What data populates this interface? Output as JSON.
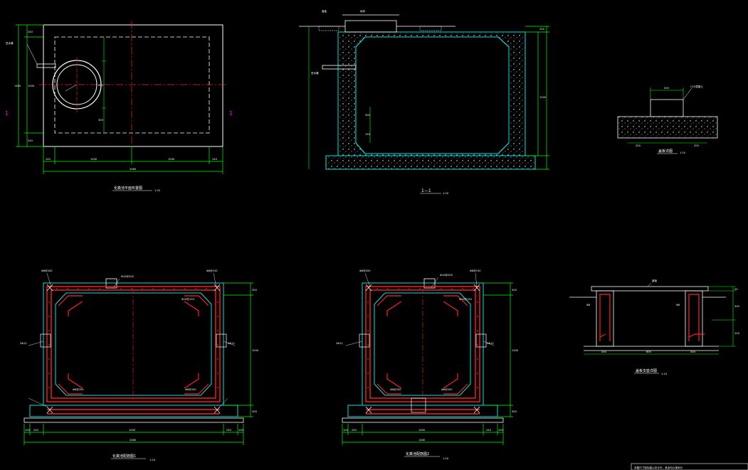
{
  "colors": {
    "background": "#000000",
    "outline": "#ffffff",
    "concrete": "#00e5e5",
    "dimension": "#00ff00",
    "centerline": "#ff2020",
    "rebar": "#ff2020",
    "section_mark": "#ff00ff"
  },
  "plan_view": {
    "section_mark_left": "1",
    "section_mark_right": "1",
    "pipe_label": "进水管",
    "dims_bottom": [
      "240",
      "1000",
      "1000",
      "240"
    ],
    "dim_total": "2480",
    "dims_left": [
      "240",
      "1000",
      "240"
    ],
    "dim_left_total": "1480",
    "dims_circle": [
      "600",
      "300"
    ],
    "title": "化粪池平面布置图",
    "scale": "1:20"
  },
  "section_view": {
    "cover_label": "盖板",
    "pipe_label": "进水管",
    "ground_label": "地坪",
    "dims_right": [
      "200",
      "1500"
    ],
    "dims_inner": [
      "300",
      "150"
    ],
    "title": "1—1",
    "scale": "1:20"
  },
  "detail_top": {
    "dim_top": "300",
    "callout": "C20混凝土",
    "dims_bottom": [
      "200",
      "200"
    ],
    "title": "盖板详图",
    "scale": "1:10"
  },
  "rebar_left": {
    "labels": [
      "Φ8@200",
      "Φ10@200",
      "Φ8@150",
      "Φ10@150",
      "2Φ12",
      "2Φ12",
      "Φ6@200",
      "Φ6@200"
    ],
    "dims_right": [
      "300",
      "1500",
      "300"
    ],
    "dims_bottom": [
      "100",
      "240",
      "1000",
      "240",
      "100"
    ],
    "dim_total": "2480",
    "title": "化粪池配筋图1",
    "scale": "1:20"
  },
  "rebar_right": {
    "labels": [
      "Φ8@200",
      "Φ10@200",
      "Φ8@150",
      "Φ10@150",
      "2Φ12",
      "2Φ12",
      "Φ6@200",
      "Φ6@200"
    ],
    "dims_right": [
      "300",
      "1500",
      "300"
    ],
    "dims_bottom": [
      "100",
      "240",
      "1000",
      "240",
      "100"
    ],
    "dim_total": "1480",
    "title": "化粪池配筋图2",
    "scale": "1:20"
  },
  "detail_bottom": {
    "cover_label": "盖板",
    "callouts": [
      "Φ8",
      "Φ8"
    ],
    "dims_right": [
      "50",
      "300",
      "200"
    ],
    "dims_bottom": [
      "240",
      "600",
      "240"
    ],
    "title": "盖板支座详图",
    "scale": "1:10"
  },
  "footer_note": "本图尺寸除标高以米计外，其余均以毫米计"
}
